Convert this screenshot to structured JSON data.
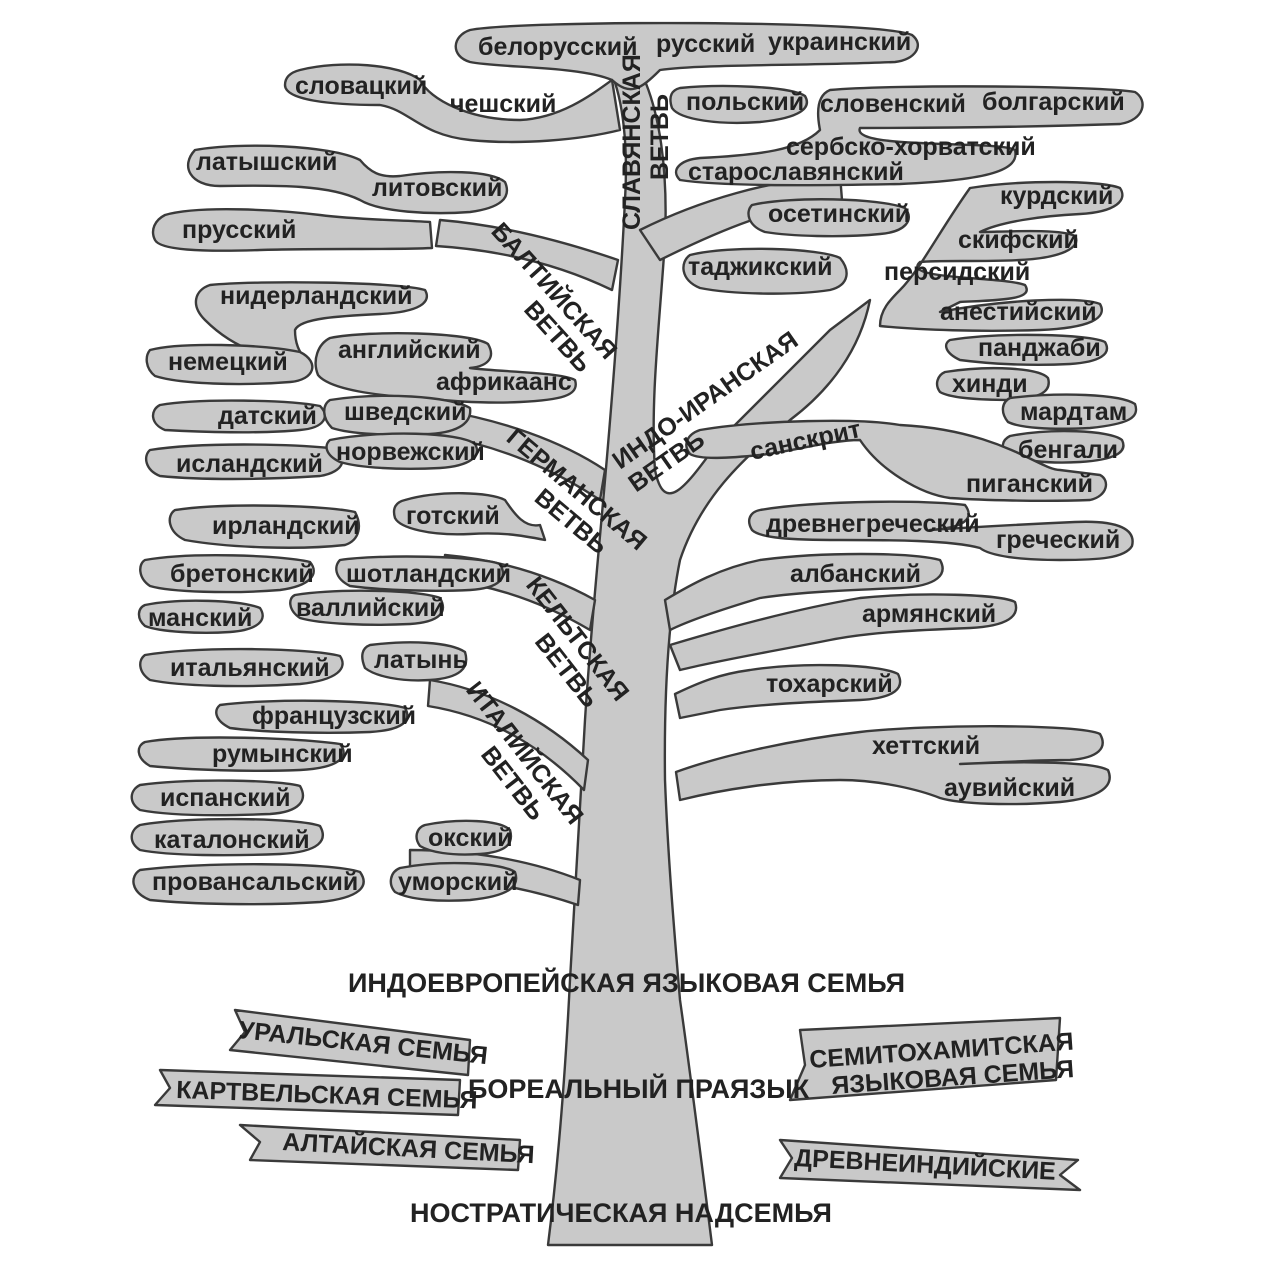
{
  "labels": {
    "belorussky": "белорусский",
    "russky": "русский",
    "ukrainsky": "украинский",
    "slovatsky": "словацкий",
    "cheshsky": "чешский",
    "polsky": "польский",
    "slovensky": "словенский",
    "bolgarsky": "болгарский",
    "serbo": "сербско-хорватский",
    "staroslav": "старославянский",
    "latyshsky": "латышский",
    "litovsky": "литовский",
    "prussky": "прусский",
    "osetinsky": "осетинский",
    "kurdsky": "курдский",
    "skifsky": "скифский",
    "tadzhiksky": "таджикский",
    "persidsky": "персидский",
    "anestiysky": "анестийский",
    "niderland": "нидерландский",
    "nemetsky": "немецкий",
    "angliysky": "английский",
    "afrikaans": "африкаанс",
    "datsky": "датский",
    "shvedsky": "шведский",
    "norvezhsky": "норвежский",
    "islandsky": "исландский",
    "gotsky": "готский",
    "pandzhabi": "панджаби",
    "hindi": "хинди",
    "mardtam": "мардтам",
    "bengali": "бенгали",
    "sanskrit": "санскрит",
    "pigansky": "пиганский",
    "drevnegrech": "древнегреческий",
    "grechesky": "греческий",
    "irlandsky": "ирландский",
    "bretonsky": "бретонский",
    "shotlandsky": "шотландский",
    "mansky": "манский",
    "valliysky": "валлийский",
    "albansky": "албанский",
    "armyansky": "армянский",
    "italyansky": "итальянский",
    "latyn": "латынь",
    "tokharsky": "тохарский",
    "frantsuzsky": "французский",
    "rumynsky": "румынский",
    "khettsky": "хеттский",
    "ispansky": "испанский",
    "auviysky": "аувийский",
    "katalonsky": "каталонский",
    "oksky": "окский",
    "provansalsky": "провансальский",
    "umorsky": "уморский"
  },
  "branches": {
    "slavic": [
      "СЛАВЯНСКАЯ",
      "ВЕТВЬ"
    ],
    "baltic": [
      "БАЛТИЙСКАЯ",
      "ВЕТВЬ"
    ],
    "indoiran": [
      "ИНДО-ИРАНСКАЯ",
      "ВЕТВЬ"
    ],
    "german": [
      "ГЕРМАНСКАЯ",
      "ВЕТВЬ"
    ],
    "celtic": [
      "КЕЛЬТСКАЯ",
      "ВЕТВЬ"
    ],
    "italic": [
      "ИТАЛИЙСКАЯ",
      "ВЕТВЬ"
    ]
  },
  "families": {
    "indoeuropean": "ИНДОЕВРОПЕЙСКАЯ ЯЗЫКОВАЯ СЕМЬЯ",
    "ural": "УРАЛЬСКАЯ СЕМЬЯ",
    "kartvel": "КАРТВЕЛЬСКАЯ СЕМЬЯ",
    "boreal": "БОРЕАЛЬНЫЙ ПРАЯЗЫК",
    "semito": [
      "СЕМИТОХАМИТСКАЯ",
      "ЯЗЫКОВАЯ СЕМЬЯ"
    ],
    "altai": "АЛТАЙСКАЯ СЕМЬЯ",
    "drevneind": "ДРЕВНЕИНДИЙСКИЕ",
    "nostratic": "НОСТРАТИЧЕСКАЯ НАДСЕМЬЯ"
  }
}
